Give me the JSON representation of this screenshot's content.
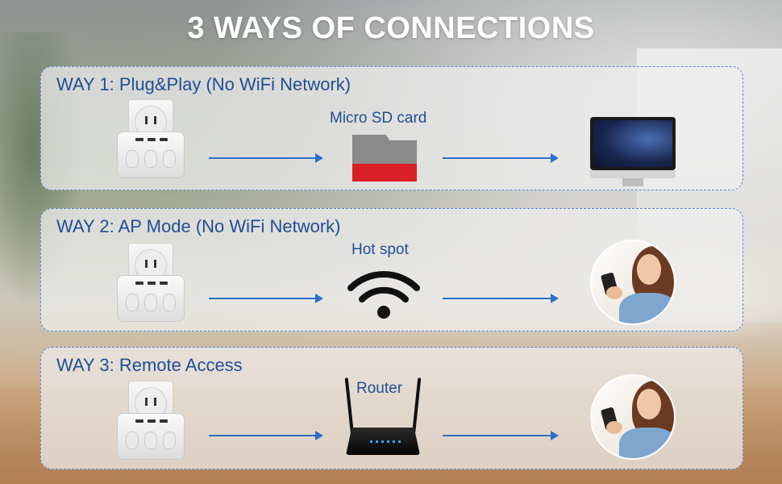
{
  "page": {
    "title": "3 WAYS OF CONNECTIONS"
  },
  "ways": [
    {
      "title": "WAY 1: Plug&Play (No WiFi Network)",
      "middle_label": "Micro SD card"
    },
    {
      "title": "WAY 2: AP Mode (No WiFi Network)",
      "middle_label": "Hot spot"
    },
    {
      "title": "WAY 3: Remote Access",
      "middle_label": "Router"
    }
  ],
  "icons": {
    "source": "smart-outlet-camera-icon",
    "way1_middle": "micro-sd-card-icon",
    "way1_end": "imac-computer-icon",
    "way2_middle": "wifi-hotspot-icon",
    "way2_end": "woman-with-phone-icon",
    "way3_middle": "wifi-router-icon",
    "way3_end": "woman-with-phone-icon"
  },
  "colors": {
    "title_text": "#ffffff",
    "label_text": "#1f4e96",
    "arrow": "#2f6fc4",
    "panel_border": "#5d8cc7",
    "sd_card_red": "#d92027"
  }
}
